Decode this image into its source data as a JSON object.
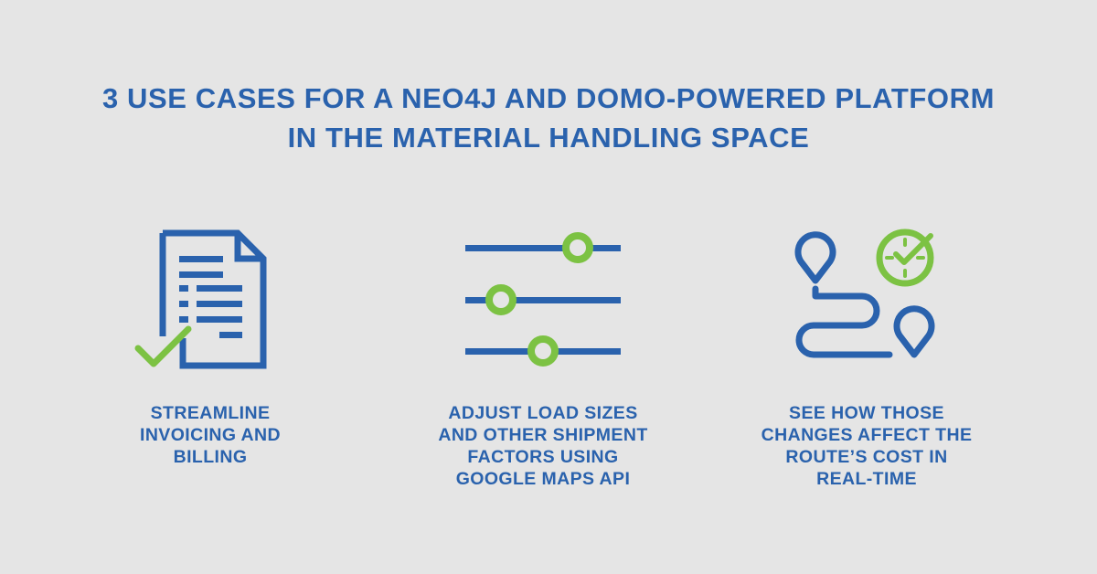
{
  "title": {
    "line1": "3 USE CASES FOR A NEO4J AND DOMO-POWERED PLATFORM",
    "line2": "IN THE MATERIAL HANDLING SPACE"
  },
  "colors": {
    "blue": "#2a62ad",
    "green": "#7cc243",
    "background": "#e5e5e5"
  },
  "use_cases": [
    {
      "icon": "invoice-check-icon",
      "lines": [
        "STREAMLINE",
        "INVOICING AND",
        "BILLING"
      ]
    },
    {
      "icon": "sliders-icon",
      "lines": [
        "ADJUST LOAD SIZES",
        "AND OTHER SHIPMENT",
        "FACTORS USING",
        "GOOGLE MAPS API"
      ]
    },
    {
      "icon": "route-clock-icon",
      "lines": [
        "SEE HOW THOSE",
        "CHANGES AFFECT THE",
        "ROUTE’S COST IN",
        "REAL-TIME"
      ]
    }
  ]
}
